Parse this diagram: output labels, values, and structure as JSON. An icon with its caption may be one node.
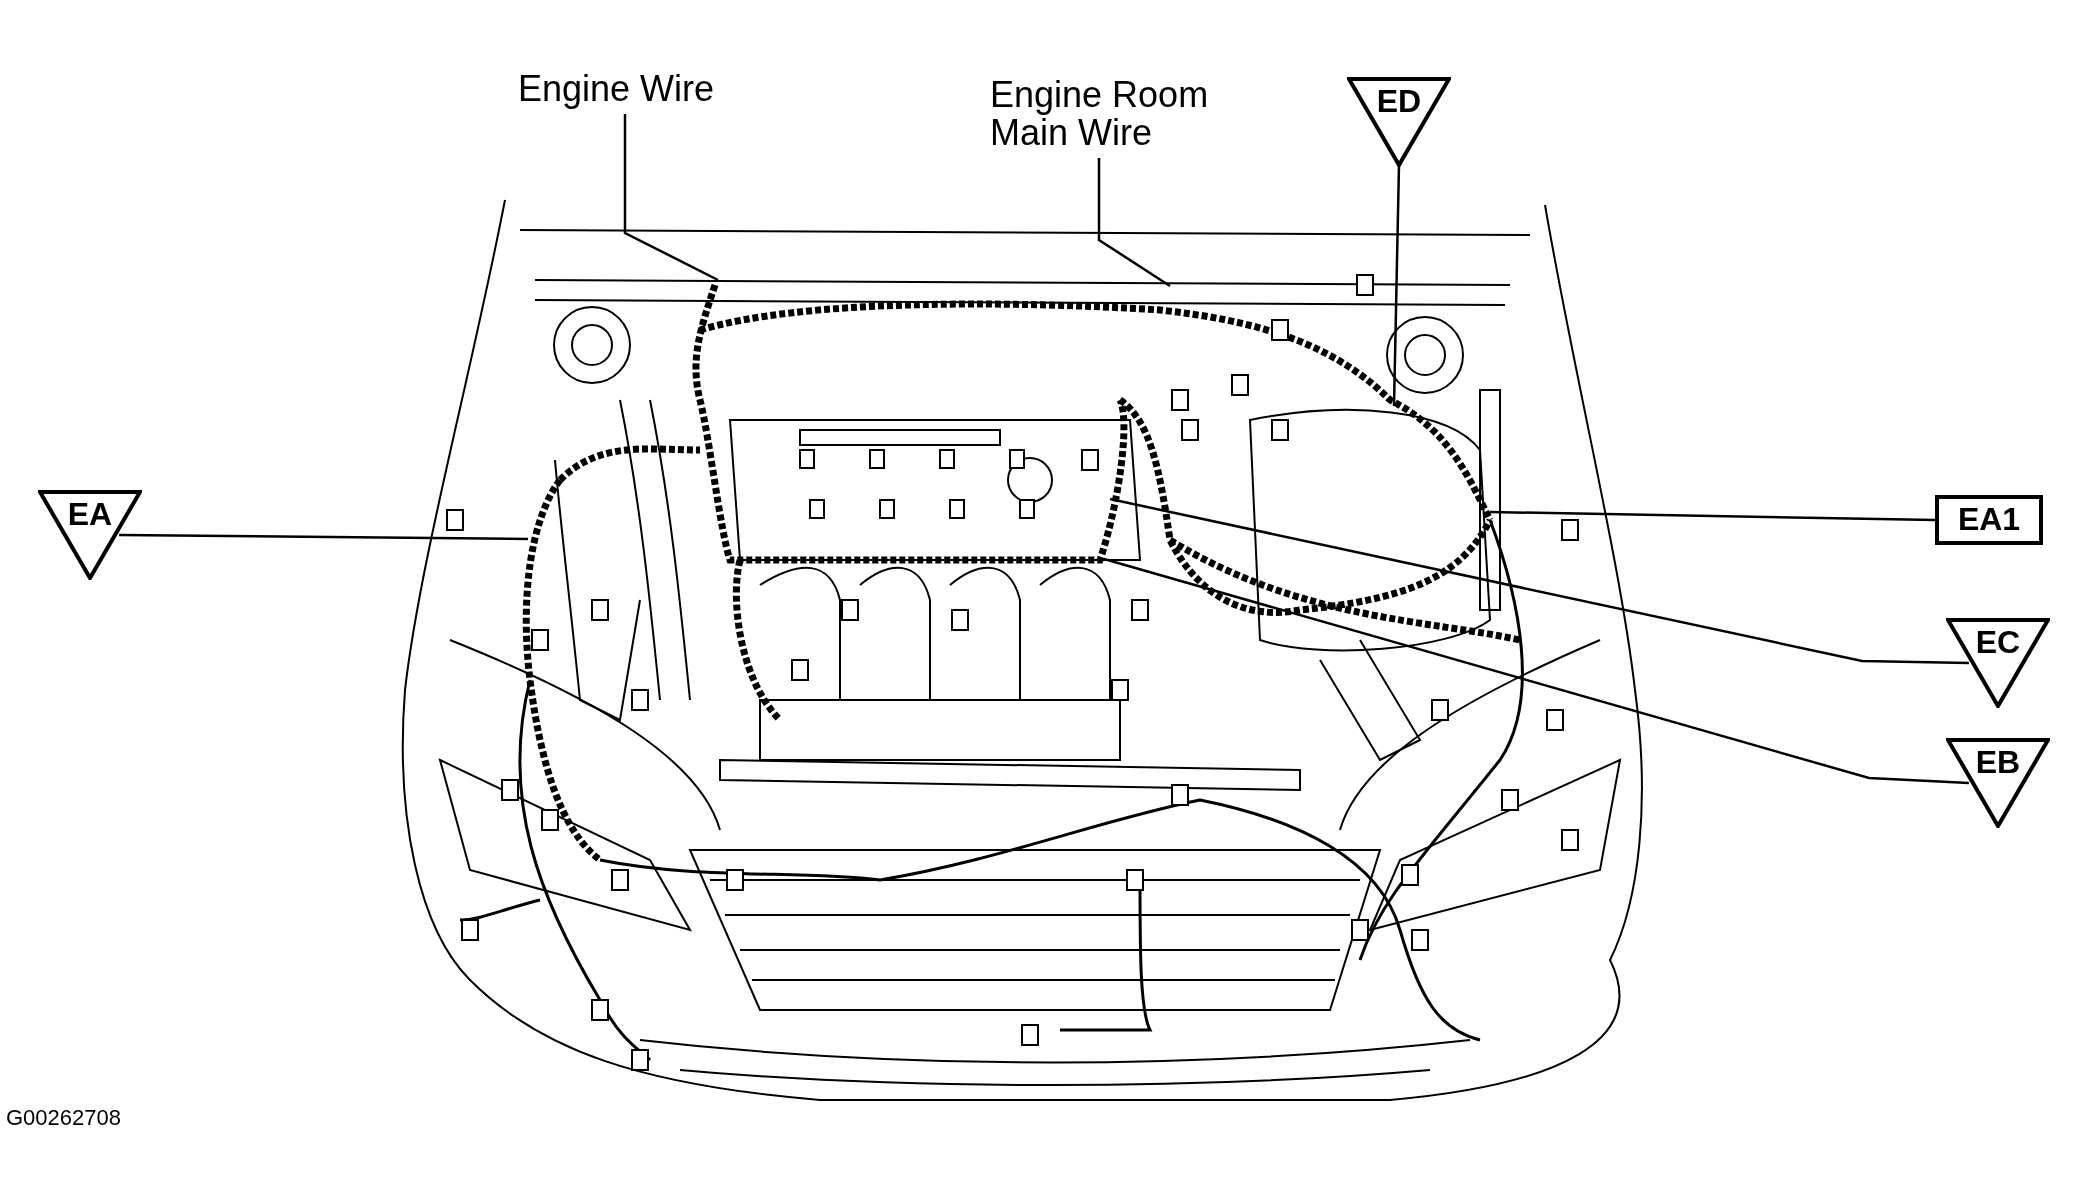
{
  "diagram": {
    "nodes": [
      {
        "text": [
          "Engine Wire"
        ]
      },
      {
        "text": [
          "Engine Room Main Wire"
        ]
      },
      {
        "text": [
          "ED"
        ]
      },
      {
        "text": [
          "EA"
        ]
      },
      {
        "text": [
          "EA1"
        ]
      },
      {
        "text": [
          "EC"
        ]
      },
      {
        "text": [
          "EB"
        ]
      }
    ],
    "edges": [
      {
        "from": 0,
        "to": null,
        "arrow": "none"
      },
      {
        "from": 1,
        "to": null,
        "arrow": "none"
      },
      {
        "from": 2,
        "to": null,
        "arrow": "none"
      },
      {
        "from": 3,
        "to": null,
        "arrow": "none"
      },
      {
        "from": 4,
        "to": null,
        "arrow": "none"
      },
      {
        "from": 5,
        "to": null,
        "arrow": "none"
      },
      {
        "from": 6,
        "to": null,
        "arrow": "none"
      }
    ],
    "labels": [
      "G00262708"
    ]
  }
}
